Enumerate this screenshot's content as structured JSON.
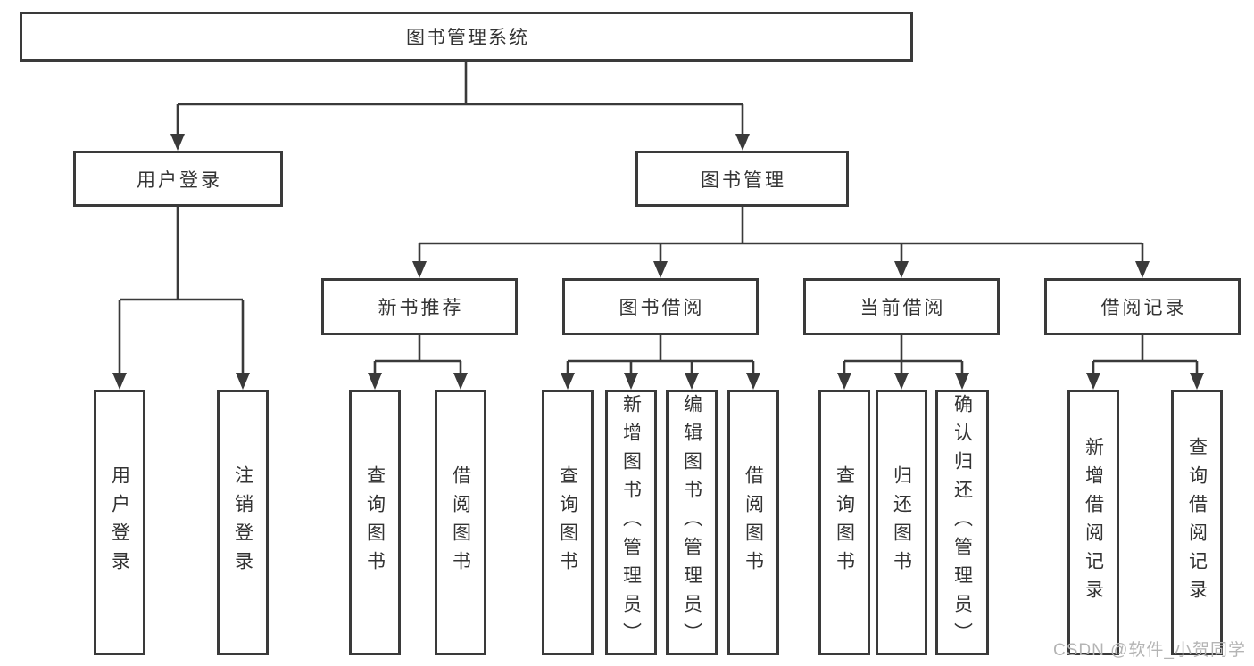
{
  "diagram": {
    "title": "图书管理系统",
    "type": "hierarchy-tree",
    "root": {
      "label": "图书管理系统"
    },
    "branches": {
      "user_login": {
        "label": "用户登录",
        "children": [
          {
            "label": "用户登录"
          },
          {
            "label": "注销登录"
          }
        ]
      },
      "book_management": {
        "label": "图书管理",
        "children": [
          {
            "label": "新书推荐",
            "children": [
              {
                "label": "查询图书"
              },
              {
                "label": "借阅图书"
              }
            ]
          },
          {
            "label": "图书借阅",
            "children": [
              {
                "label": "查询图书"
              },
              {
                "label": "新增图书（管理员）"
              },
              {
                "label": "编辑图书（管理员）"
              },
              {
                "label": "借阅图书"
              }
            ]
          },
          {
            "label": "当前借阅",
            "children": [
              {
                "label": "查询图书"
              },
              {
                "label": "归还图书"
              },
              {
                "label": "确认归还（管理员）"
              }
            ]
          },
          {
            "label": "借阅记录",
            "children": [
              {
                "label": "新增借阅记录"
              },
              {
                "label": "查询借阅记录"
              }
            ]
          }
        ]
      }
    }
  },
  "watermark": {
    "text": "CSDN @软件_小贺同学"
  },
  "colors": {
    "line": "#3a3a3a",
    "text": "#333333",
    "watermark": "#b4b4b4",
    "bg": "#ffffff"
  }
}
